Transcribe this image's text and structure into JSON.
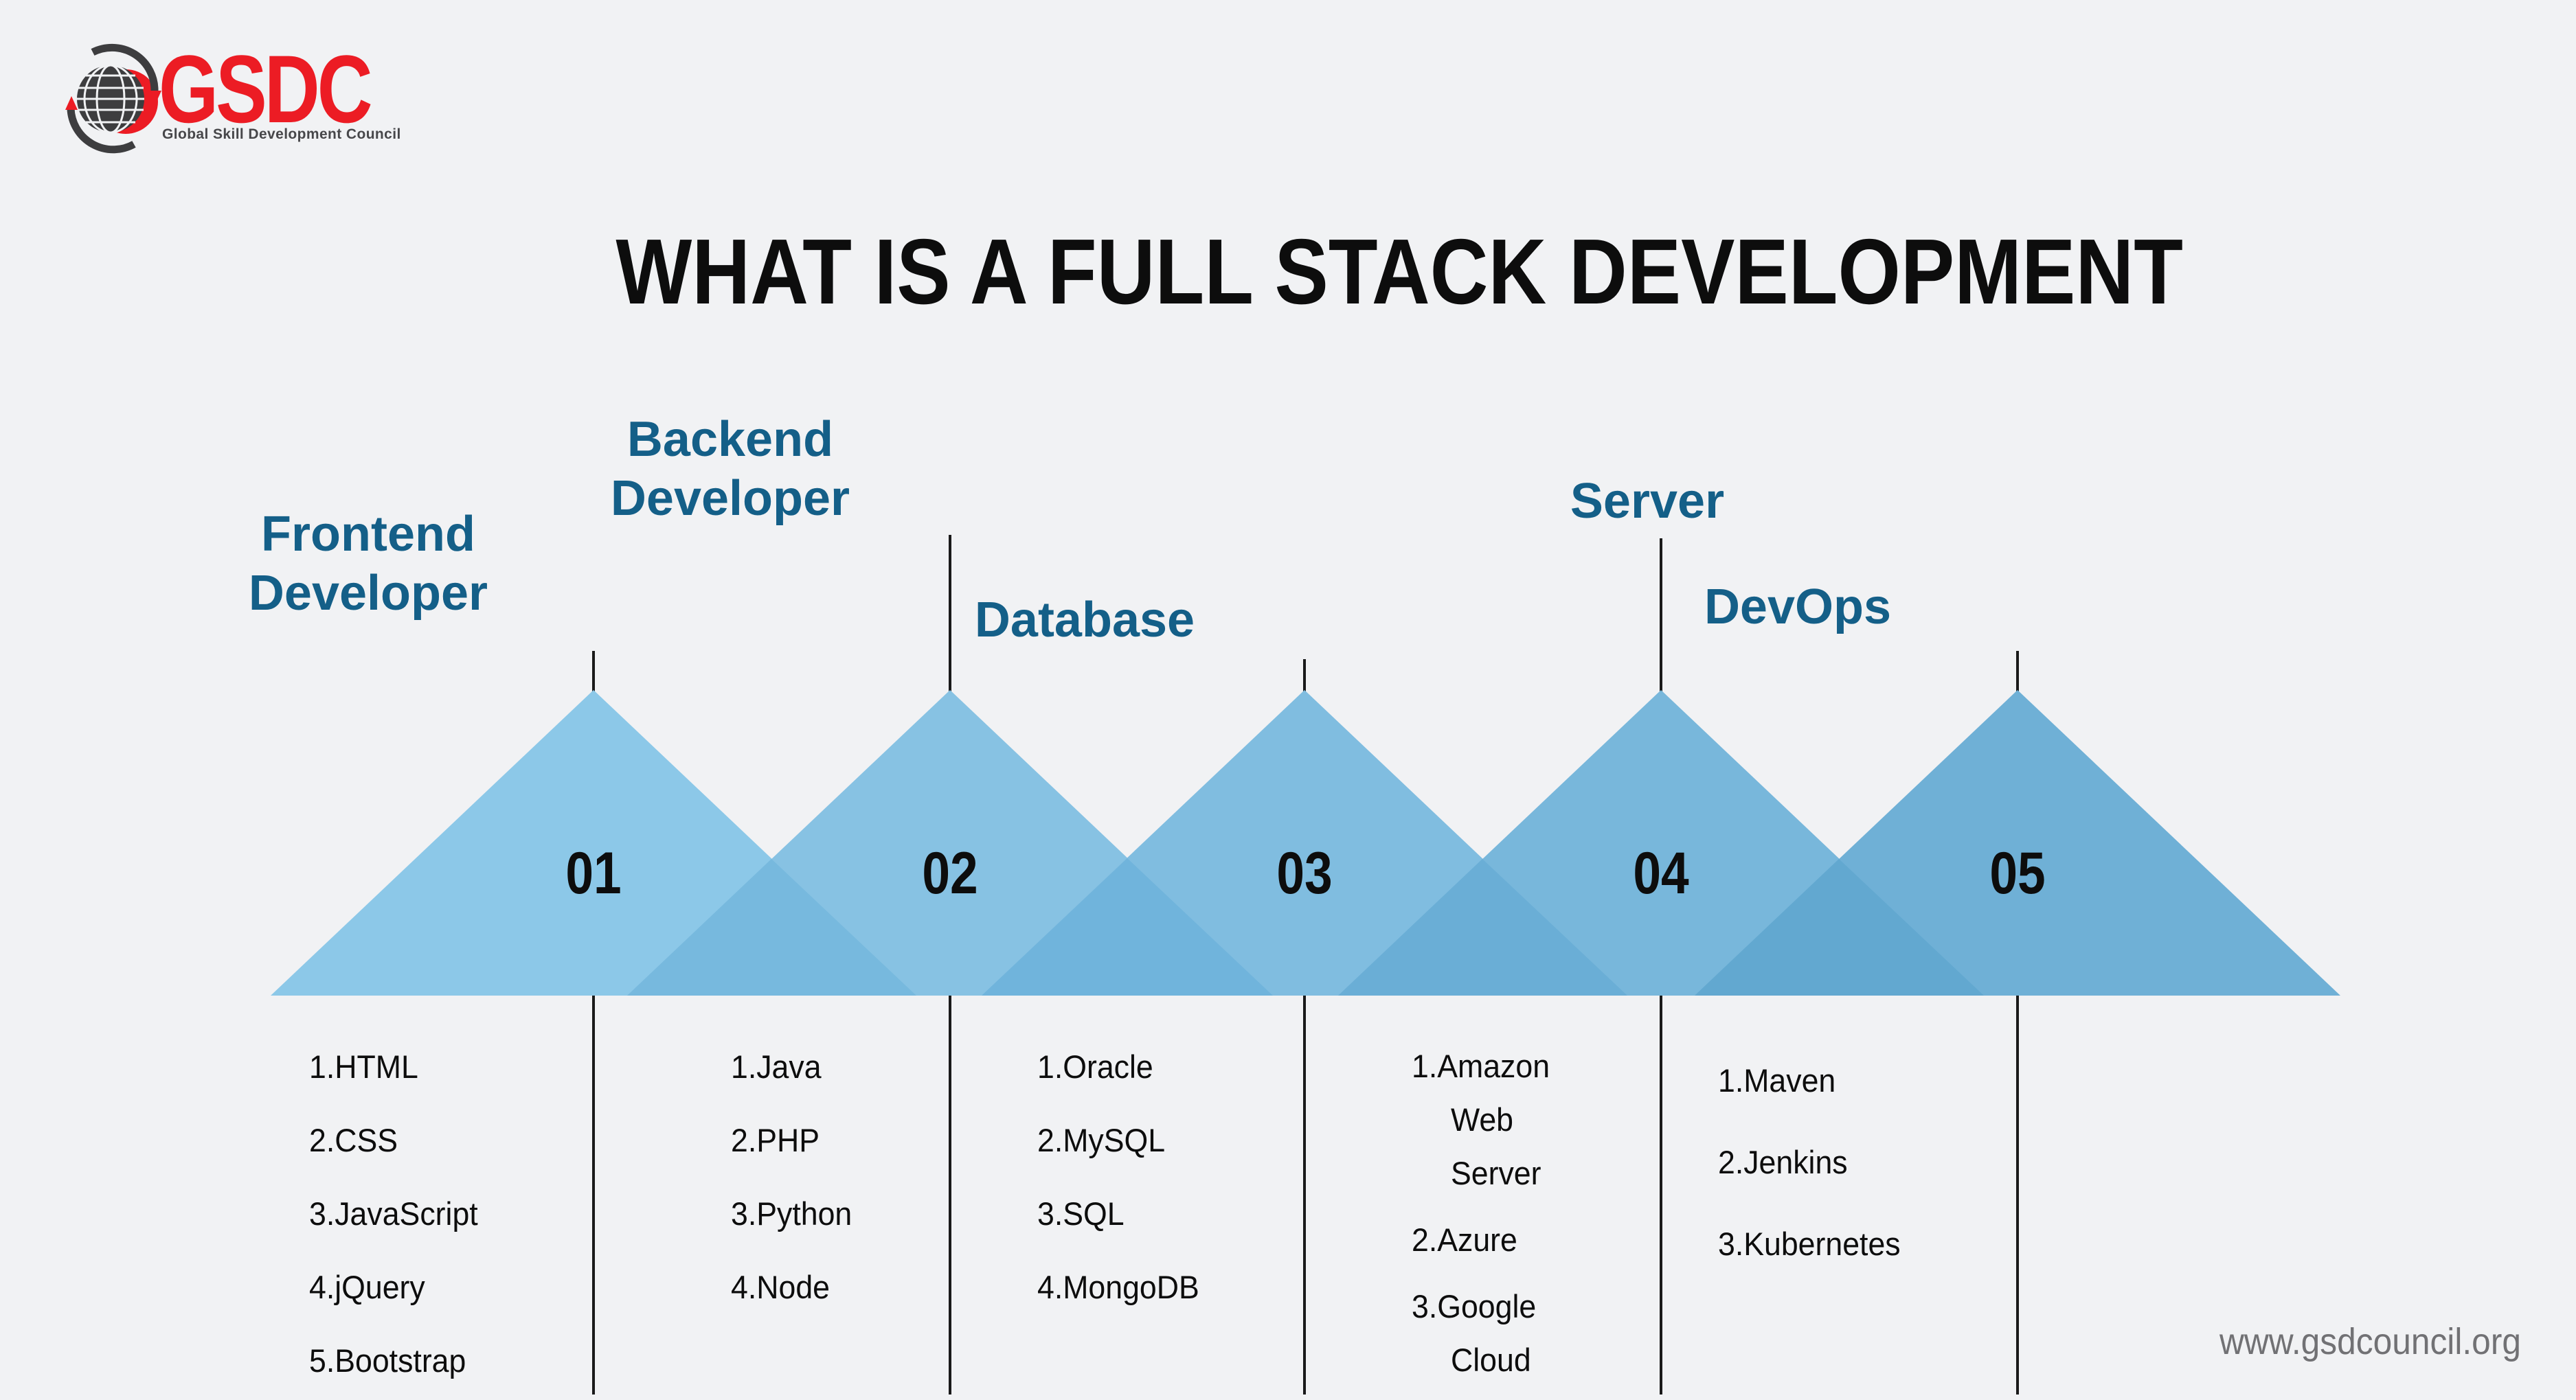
{
  "page": {
    "title_heading": "WHAT IS A FULL STACK DEVELOPMENT"
  },
  "logo": {
    "wordmark": "GSDC",
    "tagline": "Global Skill Development Council",
    "globe_icon": "globe-with-orbit-arrows-icon"
  },
  "steps": [
    {
      "number": "01",
      "label": "Frontend\nDeveloper",
      "items": [
        [
          "1.HTML"
        ],
        [
          "2.CSS"
        ],
        [
          "3.JavaScript"
        ],
        [
          "4.jQuery"
        ],
        [
          "5.Bootstrap"
        ]
      ]
    },
    {
      "number": "02",
      "label": "Backend\nDeveloper",
      "items": [
        [
          "1.Java"
        ],
        [
          "2.PHP"
        ],
        [
          "3.Python"
        ],
        [
          "4.Node"
        ]
      ]
    },
    {
      "number": "03",
      "label": "Database",
      "items": [
        [
          "1.Oracle"
        ],
        [
          "2.MySQL"
        ],
        [
          "3.SQL"
        ],
        [
          "4.MongoDB"
        ]
      ]
    },
    {
      "number": "04",
      "label": "Server",
      "items": [
        [
          "1.Amazon",
          "Web",
          "Server"
        ],
        [
          "2.Azure"
        ],
        [
          "3.Google",
          "Cloud"
        ]
      ]
    },
    {
      "number": "05",
      "label": "DevOps",
      "items": [
        [
          "1.Maven"
        ],
        [
          "2.Jenkins"
        ],
        [
          "3.Kubernetes"
        ]
      ]
    }
  ],
  "footer": {
    "website": "www.gsdcouncil.org"
  },
  "colors": {
    "background": "#f1f2f4",
    "label_blue": "#145f88",
    "brand_red": "#ec1c24",
    "logo_dark": "#3d3d3f",
    "text_black": "#0d0d0d",
    "footer_gray": "#717174",
    "line_black": "#1a1a1a",
    "triangles": [
      "#8cc8e8",
      "#87c2e3",
      "#80bde0",
      "#78b7db",
      "#6fb0d6"
    ],
    "overlaps": [
      "#77b9de",
      "#70b4dc",
      "#6aaed6",
      "#62a8d0"
    ]
  }
}
